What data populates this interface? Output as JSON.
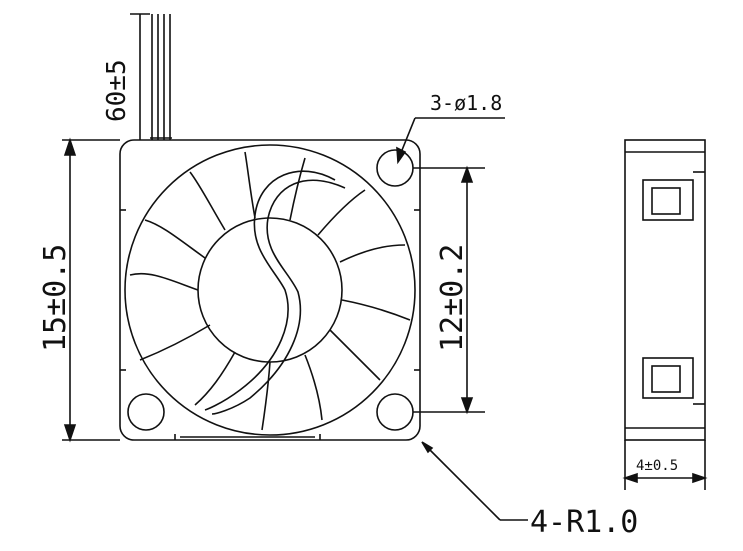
{
  "drawing": {
    "dimensions": {
      "wire_length": "60±5",
      "mount_holes": "3-ø1.8",
      "overall_height": "15±0.5",
      "hole_spacing": "12±0.2",
      "thickness": "4±0.5",
      "corner_radius": "4-R1.0"
    }
  },
  "colors": {
    "line": "#111111",
    "background": "#ffffff"
  }
}
